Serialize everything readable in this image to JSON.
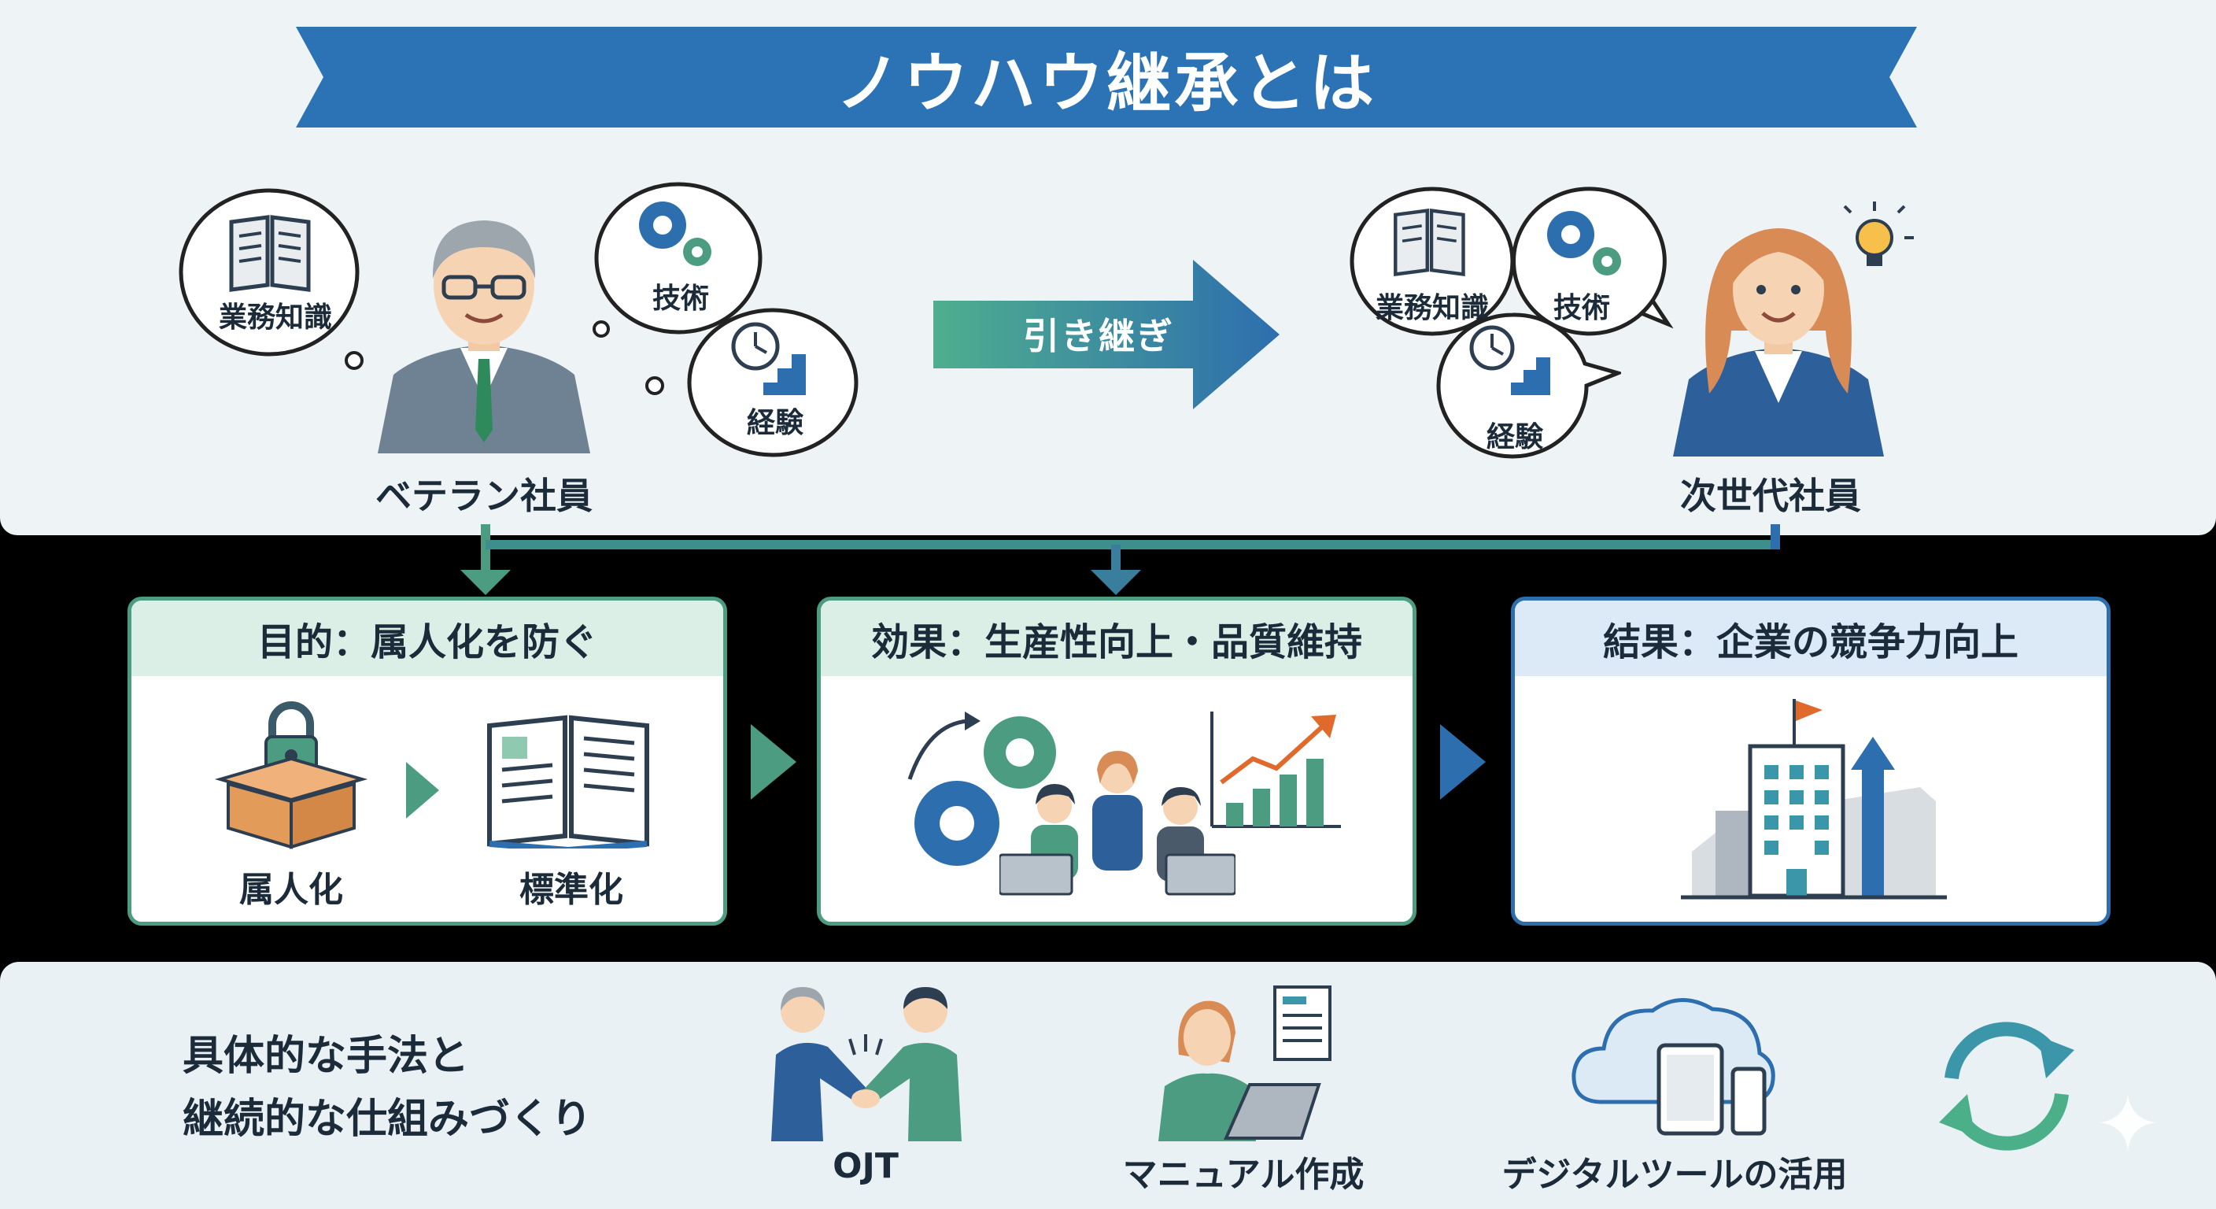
{
  "title": "ノウハウ継承とは",
  "top": {
    "veteran": {
      "label": "ベテラン社員",
      "bubbles": [
        "業務知識",
        "技術",
        "経験"
      ]
    },
    "handover_label": "引き継ぎ",
    "next_gen": {
      "label": "次世代社員",
      "bubbles": [
        "業務知識",
        "技術",
        "経験"
      ]
    }
  },
  "boxes": [
    {
      "title": "目的：属人化を防ぐ",
      "items": [
        "属人化",
        "標準化"
      ]
    },
    {
      "title": "効果：生産性向上・品質維持"
    },
    {
      "title": "結果：企業の競争力向上"
    }
  ],
  "methods": {
    "title_line1": "具体的な手法と",
    "title_line2": "継続的な仕組みづくり",
    "items": [
      "OJT",
      "マニュアル作成",
      "デジタルツールの活用"
    ]
  },
  "colors": {
    "banner": "#2b73b4",
    "green": "#4b9c80",
    "blue": "#2d6eae",
    "box_green_head": "#dcefe6",
    "box_blue_head": "#dce9f6"
  }
}
